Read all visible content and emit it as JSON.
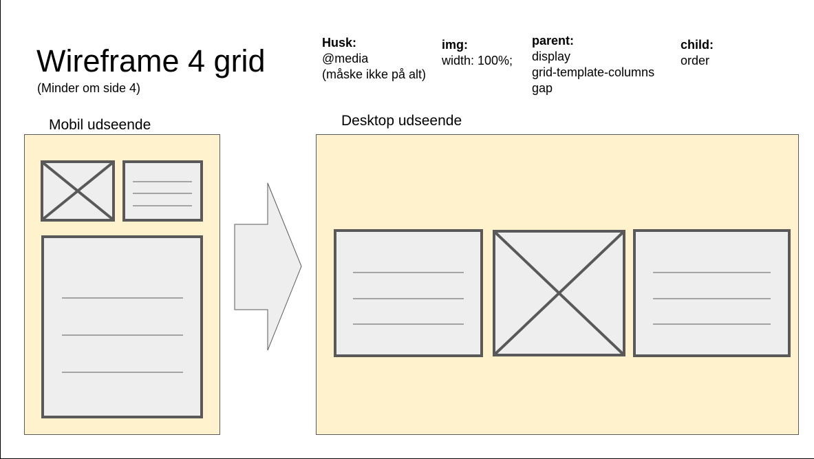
{
  "title": "Wireframe 4 grid",
  "subtitle": "(Minder om side 4)",
  "notes": [
    {
      "heading": "Husk:",
      "lines": [
        "@media",
        "(måske ikke på alt)"
      ]
    },
    {
      "heading": "img:",
      "lines": [
        "width: 100%;"
      ]
    },
    {
      "heading": "parent:",
      "lines": [
        "display",
        "grid-template-columns",
        "gap"
      ]
    },
    {
      "heading": "child:",
      "lines": [
        "order"
      ]
    }
  ],
  "mobile": {
    "label": "Mobil udseende"
  },
  "desktop": {
    "label": "Desktop udseende"
  },
  "colors": {
    "panel_fill": "#fff2cc",
    "box_fill": "#eeeeee",
    "box_stroke": "#595959",
    "arrow_fill": "#eeeeee"
  }
}
